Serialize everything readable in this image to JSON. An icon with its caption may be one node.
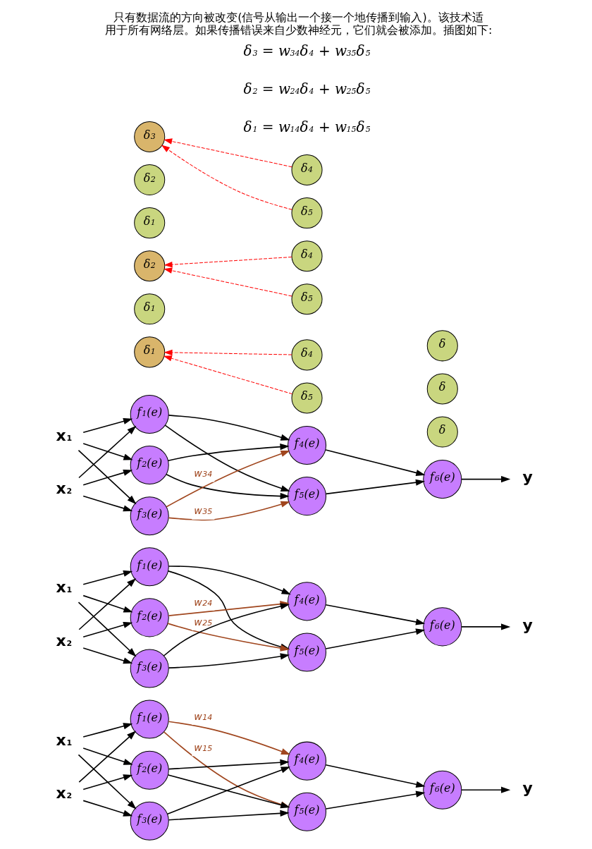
{
  "diagram": {
    "title": "只有数据流的方向被改变(信号从输出一个接一个地传播到输入)。该技术适用于所有网络层。如果传播错误来自少数神经元，它们就会被添加。插图如下:",
    "nodes": [
      {
        "text": [
          "x$_{1}$"
        ]
      },
      {
        "text": [
          "x$_{2}$"
        ]
      },
      {
        "text": [
          "f$_{1}$(e)"
        ]
      },
      {
        "text": [
          "f$_{2}$(e)"
        ]
      },
      {
        "text": [
          "f$_{3}$(e)"
        ]
      },
      {
        "text": [
          "f$_{4}$(e)"
        ]
      },
      {
        "text": [
          "f$_{5}$(e)"
        ]
      },
      {
        "text": [
          "f$_{6}$(e)"
        ]
      },
      {
        "text": [
          "y"
        ]
      },
      {
        "text": [
          "δ$_{1}$"
        ]
      },
      {
        "text": [
          "δ$_{4}$"
        ]
      },
      {
        "text": [
          "δ$_{5}$"
        ]
      },
      {
        "text": [
          "δ"
        ]
      },
      {
        "text": [
          "x$_{1}$"
        ]
      },
      {
        "text": [
          "x$_{2}$"
        ]
      },
      {
        "text": [
          "f$_{1}$(e)"
        ]
      },
      {
        "text": [
          "f$_{2}$(e)"
        ]
      },
      {
        "text": [
          "f$_{3}$(e)"
        ]
      },
      {
        "text": [
          "f$_{4}$(e)"
        ]
      },
      {
        "text": [
          "f$_{5}$(e)"
        ]
      },
      {
        "text": [
          "f$_{6}$(e)"
        ]
      },
      {
        "text": [
          "y"
        ]
      },
      {
        "text": [
          "δ$_{1}$"
        ]
      },
      {
        "text": [
          "δ$_{2}$"
        ]
      },
      {
        "text": [
          "δ$_{4}$"
        ]
      },
      {
        "text": [
          "δ$_{5}$"
        ]
      },
      {
        "text": [
          "δ"
        ]
      },
      {
        "text": [
          "x$_{1}$"
        ]
      },
      {
        "text": [
          "x$_{2}$"
        ]
      },
      {
        "text": [
          "f$_{1}$(e)"
        ]
      },
      {
        "text": [
          "f$_{2}$(e)"
        ]
      },
      {
        "text": [
          "f$_{3}$(e)"
        ]
      },
      {
        "text": [
          "f$_{4}$(e)"
        ]
      },
      {
        "text": [
          "f$_{5}$(e)"
        ]
      },
      {
        "text": [
          "f$_{6}$(e)"
        ]
      },
      {
        "text": [
          "y"
        ]
      },
      {
        "text": [
          "δ$_{1}$"
        ]
      },
      {
        "text": [
          "δ$_{2}$"
        ]
      },
      {
        "text": [
          "δ$_{3}$"
        ]
      },
      {
        "text": [
          "δ$_{4}$"
        ]
      },
      {
        "text": [
          "δ$_{5}$"
        ]
      },
      {
        "text": [
          "δ"
        ]
      }
    ],
    "edges": [
      {
        "from": 0,
        "to": 2,
        "arrow": "to"
      },
      {
        "from": 0,
        "to": 3,
        "arrow": "to"
      },
      {
        "from": 0,
        "to": 4,
        "arrow": "to"
      },
      {
        "from": 1,
        "to": 2,
        "arrow": "to"
      },
      {
        "from": 1,
        "to": 3,
        "arrow": "to"
      },
      {
        "from": 1,
        "to": 4,
        "arrow": "to"
      },
      {
        "from": 2,
        "to": 5,
        "arrow": "to",
        "label": "w$_{14}$",
        "color": "#a0461e"
      },
      {
        "from": 2,
        "to": 6,
        "arrow": "to",
        "label": "w$_{15}$",
        "color": "#a0461e"
      },
      {
        "from": 3,
        "to": 5,
        "arrow": "to"
      },
      {
        "from": 3,
        "to": 6,
        "arrow": "to"
      },
      {
        "from": 4,
        "to": 5,
        "arrow": "to"
      },
      {
        "from": 4,
        "to": 6,
        "arrow": "to"
      },
      {
        "from": 5,
        "to": 7,
        "arrow": "to"
      },
      {
        "from": 6,
        "to": 7,
        "arrow": "to"
      },
      {
        "from": 7,
        "to": 8,
        "arrow": "to"
      },
      {
        "from": 10,
        "to": 9,
        "arrow": "to",
        "style": "dashed",
        "color": "#ff0000"
      },
      {
        "from": 11,
        "to": 9,
        "arrow": "to",
        "style": "dashed",
        "color": "#ff0000"
      },
      {
        "from": 13,
        "to": 15,
        "arrow": "to"
      },
      {
        "from": 13,
        "to": 16,
        "arrow": "to"
      },
      {
        "from": 13,
        "to": 17,
        "arrow": "to"
      },
      {
        "from": 14,
        "to": 15,
        "arrow": "to"
      },
      {
        "from": 14,
        "to": 16,
        "arrow": "to"
      },
      {
        "from": 14,
        "to": 17,
        "arrow": "to"
      },
      {
        "from": 15,
        "to": 18,
        "arrow": "to"
      },
      {
        "from": 15,
        "to": 19,
        "arrow": "to"
      },
      {
        "from": 16,
        "to": 18,
        "arrow": "to",
        "label": "w$_{24}$",
        "color": "#a0461e"
      },
      {
        "from": 16,
        "to": 19,
        "arrow": "to",
        "label": "w$_{25}$",
        "color": "#a0461e"
      },
      {
        "from": 17,
        "to": 18,
        "arrow": "to"
      },
      {
        "from": 17,
        "to": 19,
        "arrow": "to"
      },
      {
        "from": 18,
        "to": 20,
        "arrow": "to"
      },
      {
        "from": 19,
        "to": 20,
        "arrow": "to"
      },
      {
        "from": 20,
        "to": 21,
        "arrow": "to"
      },
      {
        "from": 24,
        "to": 23,
        "arrow": "to",
        "style": "dashed",
        "color": "#ff0000"
      },
      {
        "from": 25,
        "to": 23,
        "arrow": "to",
        "style": "dashed",
        "color": "#ff0000"
      },
      {
        "from": 27,
        "to": 29,
        "arrow": "to"
      },
      {
        "from": 27,
        "to": 30,
        "arrow": "to"
      },
      {
        "from": 27,
        "to": 31,
        "arrow": "to"
      },
      {
        "from": 28,
        "to": 29,
        "arrow": "to"
      },
      {
        "from": 28,
        "to": 30,
        "arrow": "to"
      },
      {
        "from": 28,
        "to": 31,
        "arrow": "to"
      },
      {
        "from": 29,
        "to": 32,
        "arrow": "to"
      },
      {
        "from": 29,
        "to": 33,
        "arrow": "to"
      },
      {
        "from": 30,
        "to": 32,
        "arrow": "to"
      },
      {
        "from": 30,
        "to": 33,
        "arrow": "to"
      },
      {
        "from": 31,
        "to": 32,
        "arrow": "to",
        "label": "w$_{34}$",
        "color": "#a0461e"
      },
      {
        "from": 31,
        "to": 33,
        "arrow": "to",
        "label": "w$_{35}$",
        "color": "#a0461e"
      },
      {
        "from": 32,
        "to": 34,
        "arrow": "to"
      },
      {
        "from": 33,
        "to": 34,
        "arrow": "to"
      },
      {
        "from": 34,
        "to": 35,
        "arrow": "to"
      },
      {
        "from": 39,
        "to": 38,
        "arrow": "to",
        "style": "dashed",
        "color": "#ff0000"
      },
      {
        "from": 40,
        "to": 38,
        "arrow": "to",
        "style": "dashed",
        "color": "#ff0000"
      }
    ],
    "labels": [
      "δ$_{1}$ = w$_{14}$δ$_{4}$ + w$_{15}$δ$_{5}$",
      "δ$_{2}$ = w$_{24}$δ$_{4}$ + w$_{25}$δ$_{5}$",
      "δ$_{3}$ = w$_{34}$δ$_{4}$ + w$_{35}$δ$_{5}$"
    ]
  }
}
